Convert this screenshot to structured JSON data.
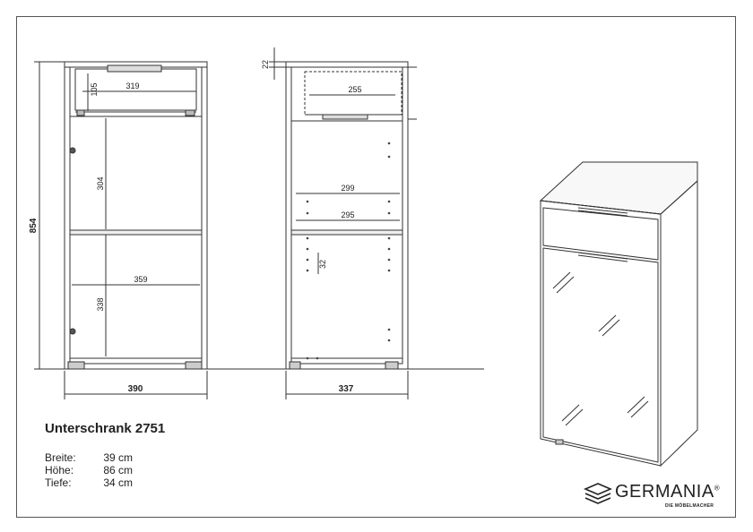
{
  "title": "Unterschrank 2751",
  "specs": [
    {
      "label": "Breite:",
      "value": "39 cm"
    },
    {
      "label": "Höhe:",
      "value": "86 cm"
    },
    {
      "label": "Tiefe:",
      "value": "34 cm"
    }
  ],
  "dimensions": {
    "total_height": "854",
    "width": "390",
    "depth": "337",
    "drawer_inner_width": "319",
    "drawer_inner_height": "105",
    "upper_compartment_height": "304",
    "lower_compartment_height": "338",
    "inner_width": "359",
    "top_thickness": "22",
    "drawer_depth": "255",
    "shelf_depth_upper": "299",
    "shelf_depth_lower": "295",
    "hole_spacing": "32"
  },
  "brand": {
    "name": "GERMANIA",
    "registered": "®",
    "tagline": "DIE MÖBELMACHER",
    "icon": "stacked-layers-icon"
  }
}
